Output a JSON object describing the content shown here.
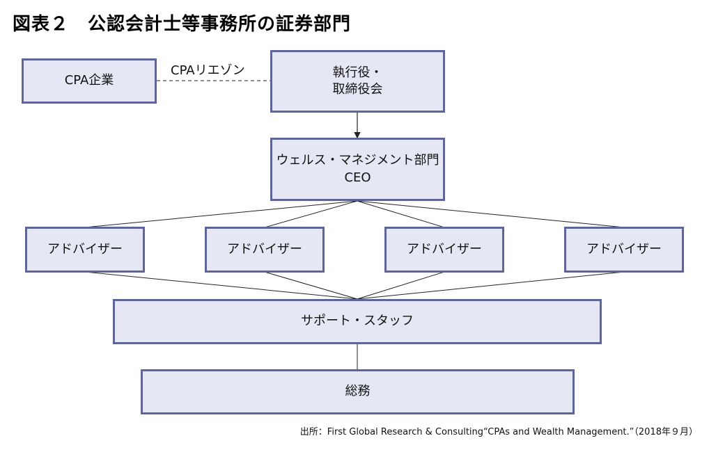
{
  "title": "図表２　公認会計士等事務所の証券部門",
  "nodes": {
    "cpa_firm": "CPA企業",
    "executive_line1": "執行役・",
    "executive_line2": "取締役会",
    "wealth_line1": "ウェルス・マネジメント部門",
    "wealth_line2": "CEO",
    "advisors": [
      "アドバイザー",
      "アドバイザー",
      "アドバイザー",
      "アドバイザー"
    ],
    "support": "サポート・スタッフ",
    "general_affairs": "総務"
  },
  "edges": {
    "liaison_label": "CPAリエゾン"
  },
  "source": "出所：First Global Research & Consulting“CPAs and Wealth Management.”（2018年９月）",
  "colors": {
    "box_fill": "#e5e8f4",
    "box_border": "#5f6598",
    "line": "#222222"
  }
}
